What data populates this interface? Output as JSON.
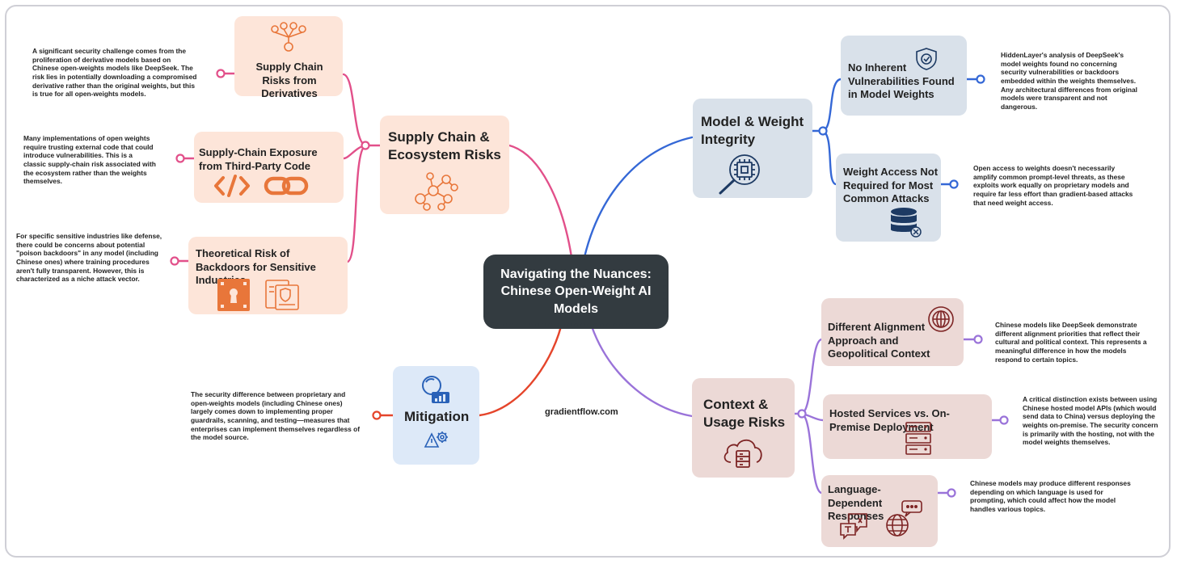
{
  "center": {
    "title": "Navigating the Nuances: Chinese Open-Weight AI Models"
  },
  "watermark": "gradientflow.com",
  "colors": {
    "supply": "#e2508a",
    "integrity": "#3568d6",
    "context": "#9a73d9",
    "mitigation": "#e5452b",
    "icon_orange": "#e8763a",
    "icon_navy": "#1d3a63",
    "icon_maroon": "#7d2424"
  },
  "branches": {
    "supply": {
      "title": "Supply Chain & Ecosystem Risks",
      "icon": "network-molecule-icon",
      "children": [
        {
          "title": "Supply Chain Risks from Derivatives",
          "icon": "branching-nodes-icon",
          "desc": "A significant security challenge comes from the proliferation of derivative models based on Chinese open-weights models like DeepSeek. The risk lies in potentially downloading a compromised derivative rather than the original weights, but this is true for all open-weights models."
        },
        {
          "title": "Supply-Chain Exposure from Third-Party Code",
          "icon": "code-link-icon",
          "desc": "Many implementations of open weights require trusting external code that could introduce vulnerabilities. This is a classic supply-chain risk associated with the ecosystem rather than the weights themselves."
        },
        {
          "title": "Theoretical Risk of Backdoors for Sensitive Industries",
          "icon": "safe-document-icon",
          "desc": "For specific sensitive industries like defense, there could be concerns about potential \"poison backdoors\" in any model (including Chinese ones) where training procedures aren't fully transparent. However, this is characterized as a niche attack vector."
        }
      ]
    },
    "integrity": {
      "title": "Model & Weight Integrity",
      "icon": "chip-magnifier-icon",
      "children": [
        {
          "title": "No Inherent Vulnerabilities Found in Model Weights",
          "icon": "shield-check-icon",
          "desc": "HiddenLayer's analysis of DeepSeek's model weights found no concerning security vulnerabilities or backdoors embedded within the weights themselves. Any architectural differences from original models were transparent and not dangerous."
        },
        {
          "title": "Weight Access Not Required for Most Common Attacks",
          "icon": "database-icon",
          "desc": "Open access to weights doesn't necessarily amplify common prompt-level threats, as these exploits work equally on proprietary models and require far less effort than gradient-based attacks that need weight access."
        }
      ]
    },
    "context": {
      "title": "Context & Usage Risks",
      "icon": "cloud-server-icon",
      "children": [
        {
          "title": "Different Alignment Approach and Geopolitical Context",
          "icon": "globe-icon",
          "desc": "Chinese models like DeepSeek demonstrate different alignment priorities that reflect their cultural and political context. This represents a meaningful difference in how the models respond to certain topics."
        },
        {
          "title": "Hosted Services vs. On-Premise Deployment",
          "icon": "server-rack-icon",
          "desc": "A critical distinction exists between using Chinese hosted model APIs (which would send data to China) versus deploying the weights on-premise. The security concern is primarily with the hosting, not with the model weights themselves."
        },
        {
          "title": "Language-Dependent Responses",
          "icon": "translate-chat-icon",
          "desc": "Chinese models may produce different responses depending on which language is used for prompting, which could affect how the model handles various topics."
        }
      ]
    },
    "mitigation": {
      "title": "Mitigation",
      "icon": "search-chart-icon",
      "desc": "The security difference between proprietary and open-weights models (including Chinese ones) largely comes down to implementing proper guardrails, scanning, and testing—measures that enterprises can implement themselves regardless of the model source."
    }
  }
}
